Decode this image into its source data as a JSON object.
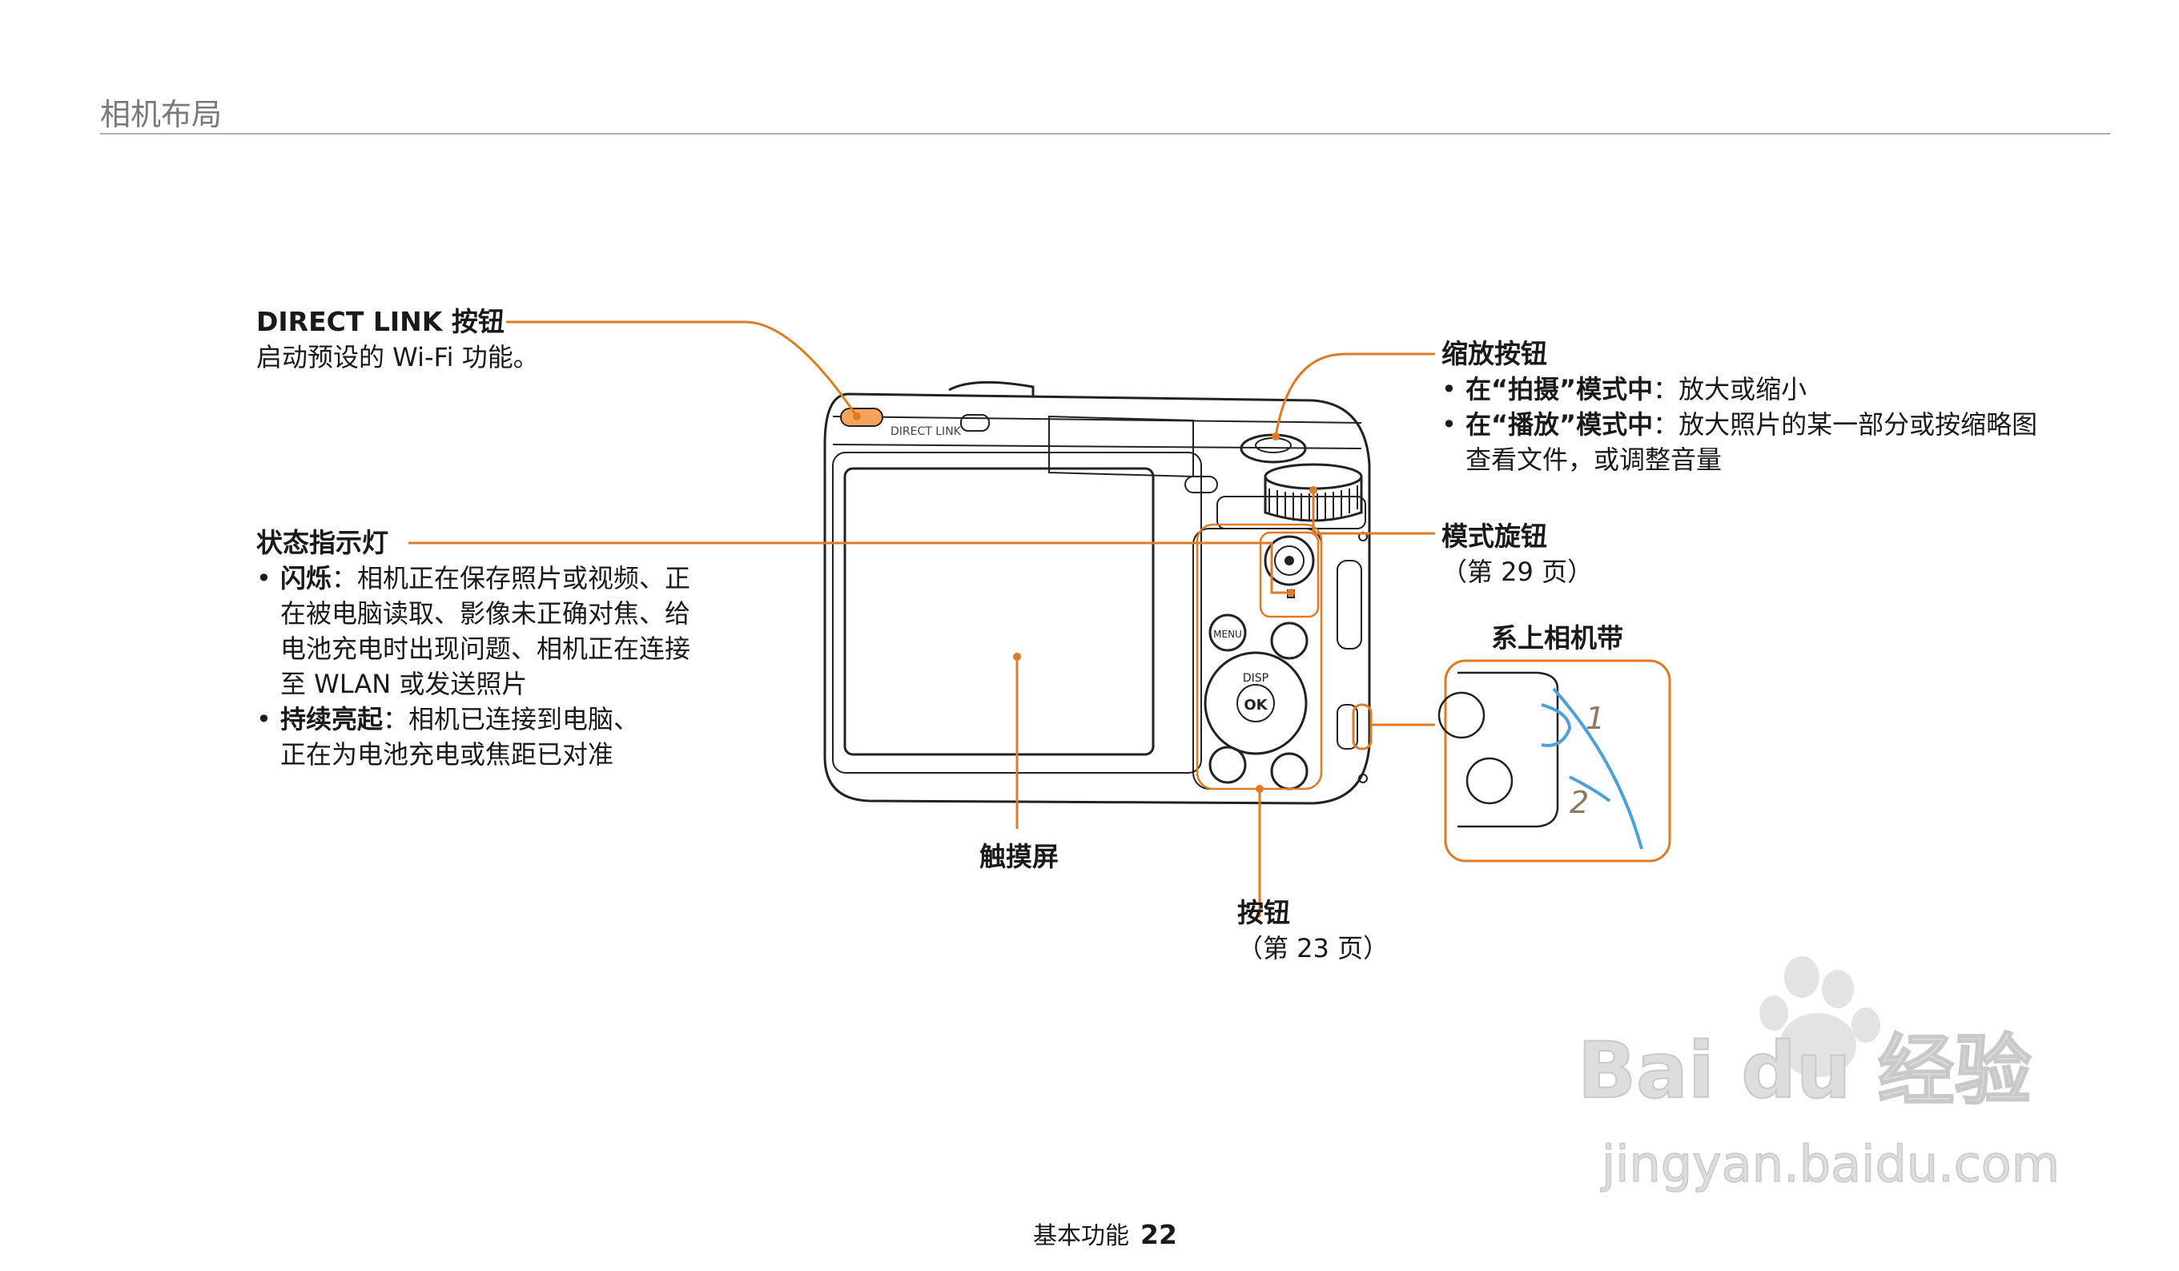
{
  "header": {
    "title": "相机布局"
  },
  "callouts": {
    "direct_link": {
      "title": "DIRECT LINK 按钮",
      "desc": "启动预设的 Wi-Fi 功能。"
    },
    "status_lamp": {
      "title": "状态指示灯",
      "items": [
        {
          "label": "闪烁",
          "text": "：相机正在保存照片或视频、正在被电脑读取、影像未正确对焦、给电池充电时出现问题、相机正在连接至 WLAN 或发送照片",
          "lines": [
            "相机正在保存照片或视频、正",
            "在被电脑读取、影像未正确对焦、给",
            "电池充电时出现问题、相机正在连接",
            "至 WLAN 或发送照片"
          ]
        },
        {
          "label": "持续亮起",
          "text": "：相机已连接到电脑、正在为电池充电或焦距已对准",
          "lines": [
            "相机已连接到电脑、",
            "正在为电池充电或焦距已对准"
          ]
        }
      ]
    },
    "zoom": {
      "title": "缩放按钮",
      "items": [
        {
          "label": "在“拍摄”模式中",
          "text": "放大或缩小"
        },
        {
          "label": "在“播放”模式中",
          "text": "放大照片的某一部分或按缩略图",
          "text2": "查看文件，或调整音量"
        }
      ]
    },
    "mode_dial": {
      "title": "模式旋钮",
      "ref": "（第 29 页）"
    },
    "strap": {
      "title": "系上相机带"
    },
    "touch": {
      "title": "触摸屏"
    },
    "buttons": {
      "title": "按钮",
      "ref": "（第 23 页）"
    }
  },
  "camera": {
    "direct_link_text": "DIRECT LINK",
    "menu_label": "MENU",
    "disp_label": "DISP",
    "ok_label": "OK",
    "strap_steps": [
      "1",
      "2"
    ]
  },
  "footer": {
    "section": "基本功能",
    "page": "22"
  },
  "watermark": {
    "brand": "Bai du 经验",
    "url": "jingyan.baidu.com"
  },
  "colors": {
    "accent": "#e07b24",
    "line": "#222222",
    "watermark": "#d8d8d8"
  }
}
